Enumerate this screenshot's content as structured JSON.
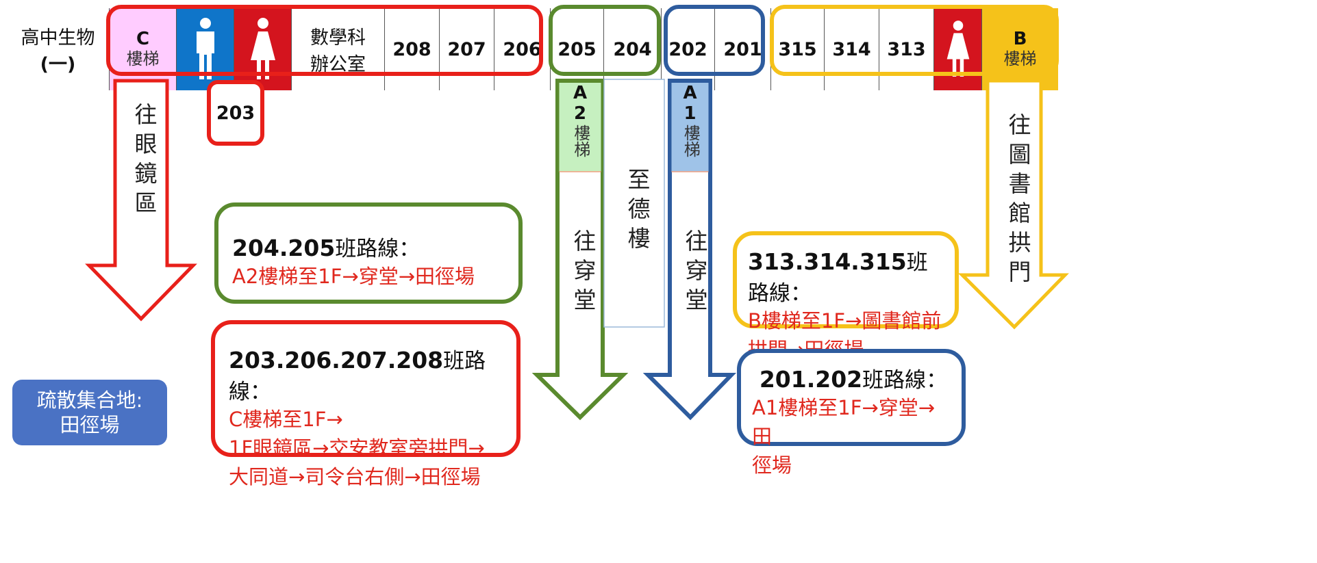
{
  "corridor": {
    "biology": [
      "高中生物",
      "(一)"
    ],
    "c_stair": {
      "letter": "C",
      "text": "樓梯"
    },
    "math_office": [
      "數學科",
      "辦公室"
    ],
    "rooms_c": [
      "208",
      "207",
      "206"
    ],
    "rooms_a2": [
      "205",
      "204"
    ],
    "rooms_a1": [
      "202",
      "201"
    ],
    "rooms_b": [
      "315",
      "314",
      "313"
    ],
    "b_stair": {
      "letter": "B",
      "text": "樓梯"
    }
  },
  "room_203": "203",
  "a2_stair": {
    "letter": "A",
    "num": "2",
    "text": "樓梯"
  },
  "a1_stair": {
    "letter": "A",
    "num": "1",
    "text": "樓梯"
  },
  "arrows": {
    "glasses": "往眼鏡區",
    "a2_hall": "往穿堂",
    "zhide": "至德樓",
    "a1_hall": "往穿堂",
    "library": "往圖書館拱門"
  },
  "routes": {
    "r204": {
      "rooms": "204.205",
      "suffix": "班路線：",
      "lines": [
        "A2樓梯至1F→穿堂→田徑場"
      ]
    },
    "r203": {
      "rooms": "203.206.207.208",
      "suffix": "班路線：",
      "lines": [
        "C樓梯至1F→",
        "1F眼鏡區→交安教室旁拱門→",
        "大同道→司令台右側→田徑場"
      ]
    },
    "r313": {
      "rooms": "313.314.315",
      "suffix": "班路線：",
      "lines": [
        "B樓梯至1F→圖書館前",
        "拱門→田徑場"
      ]
    },
    "r201": {
      "rooms": "201.202",
      "suffix": "班路線：",
      "lines": [
        "A1樓梯至1F→穿堂→田",
        "徑場"
      ]
    }
  },
  "assembly": {
    "line1": "疏散集合地:",
    "line2": "田徑場"
  },
  "colors": {
    "red": "#e8201a",
    "green": "#5a8a2e",
    "blue": "#2e5c9e",
    "yellow": "#f5c21a",
    "pink": "#ffccff",
    "lightgreen": "#c6f0c0",
    "lightblue": "#9fc3e8",
    "restroom_blue": "#0f75c9",
    "restroom_red": "#d4141e",
    "assembly_bg": "#4a72c4"
  }
}
